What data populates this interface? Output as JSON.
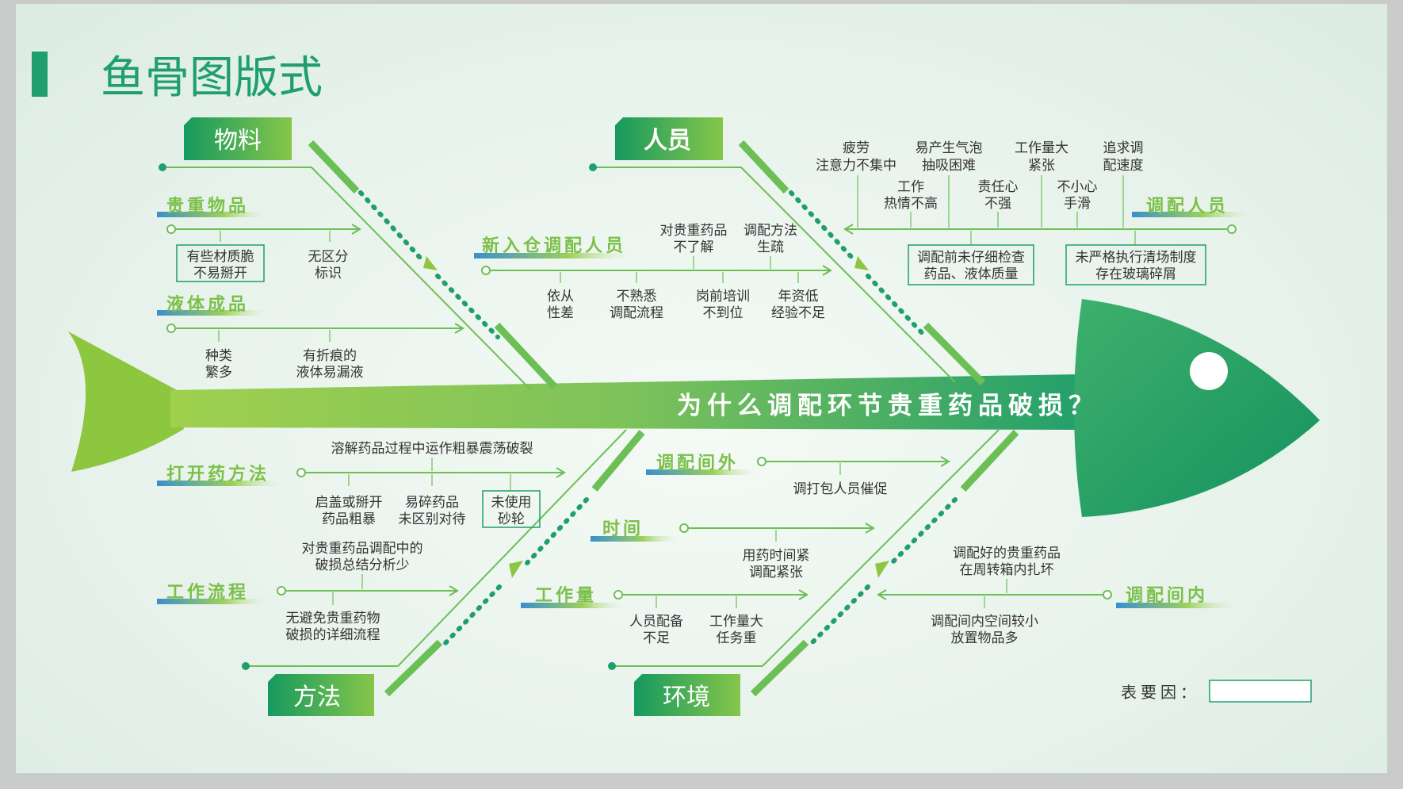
{
  "page_title": "鱼骨图版式",
  "colors": {
    "accent": "#1f9e6e",
    "lime": "#8dc63f",
    "label_green": "#7cc04a"
  },
  "problem": "为什么调配环节贵重药品破损？",
  "legend_label": "表要因：",
  "categories": {
    "material": "物料",
    "people": "人员",
    "method": "方法",
    "environment": "环境"
  },
  "material": {
    "precious": {
      "label": "贵重物品",
      "cause1": [
        "有些材质脆",
        "不易掰开"
      ],
      "cause2": [
        "无区分",
        "标识"
      ]
    },
    "liquid": {
      "label": "液体成品",
      "cause1": [
        "种类",
        "繁多"
      ],
      "cause2": [
        "有折痕的",
        "液体易漏液"
      ]
    }
  },
  "people": {
    "new": {
      "label": "新入仓调配人员",
      "top": [
        [
          "对贵重药品",
          "不了解"
        ],
        [
          "调配方法",
          "生疏"
        ]
      ],
      "bottom": [
        [
          "依从",
          "性差"
        ],
        [
          "不熟悉",
          "调配流程"
        ],
        [
          "岗前培训",
          "不到位"
        ],
        [
          "年资低",
          "经验不足"
        ]
      ]
    },
    "staff": {
      "label": "调配人员",
      "top": [
        [
          "疲劳",
          "注意力不集中"
        ],
        [
          "易产生气泡",
          "抽吸困难"
        ],
        [
          "工作量大",
          "紧张"
        ],
        [
          "追求调",
          "配速度"
        ]
      ],
      "mid": [
        [
          "工作",
          "热情不高"
        ],
        [
          "责任心",
          "不强"
        ],
        [
          "不小心",
          "手滑"
        ]
      ],
      "box": [
        [
          "调配前未仔细检查",
          "药品、液体质量"
        ],
        [
          "未严格执行清场制度",
          "存在玻璃碎屑"
        ]
      ]
    }
  },
  "method": {
    "open": {
      "label": "打开药方法",
      "top": "溶解药品过程中运作粗暴震荡破裂",
      "bottom": [
        [
          "启盖或掰开",
          "药品粗暴"
        ],
        [
          "易碎药品",
          "未区别对待"
        ]
      ],
      "box": [
        "未使用",
        "砂轮"
      ]
    },
    "flow": {
      "label": "工作流程",
      "top": [
        "对贵重药品调配中的",
        "破损总结分析少"
      ],
      "bottom": [
        "无避免贵重药物",
        "破损的详细流程"
      ]
    }
  },
  "environment": {
    "outside": {
      "label": "调配间外",
      "cause": "调打包人员催促"
    },
    "time": {
      "label": "时间",
      "cause": [
        "用药时间紧",
        "调配紧张"
      ]
    },
    "workload": {
      "label": "工作量",
      "causes": [
        [
          "人员配备",
          "不足"
        ],
        [
          "工作量大",
          "任务重"
        ]
      ]
    },
    "inside": {
      "label": "调配间内",
      "top": [
        "调配好的贵重药品",
        "在周转箱内扎坏"
      ],
      "bottom": [
        "调配间内空间较小",
        "放置物品多"
      ]
    }
  }
}
